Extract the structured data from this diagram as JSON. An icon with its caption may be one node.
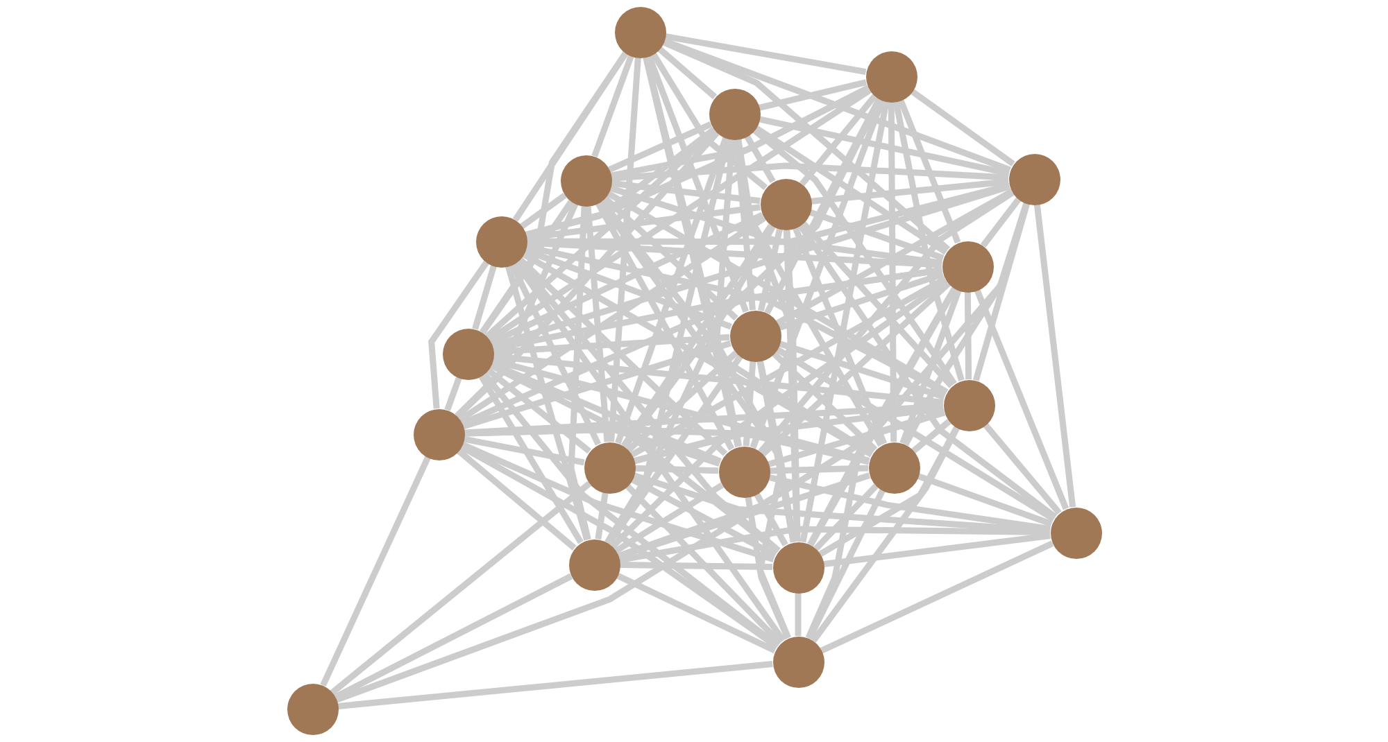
{
  "diagram": {
    "nodes": [
      {
        "text": [],
        "shape": "circle"
      },
      {
        "text": [],
        "shape": "circle"
      },
      {
        "text": [],
        "shape": "circle"
      },
      {
        "text": [],
        "shape": "circle"
      },
      {
        "text": [],
        "shape": "circle"
      },
      {
        "text": [],
        "shape": "circle"
      },
      {
        "text": [],
        "shape": "circle"
      },
      {
        "text": [],
        "shape": "circle"
      },
      {
        "text": [],
        "shape": "circle"
      },
      {
        "text": [],
        "shape": "circle"
      },
      {
        "text": [],
        "shape": "circle"
      },
      {
        "text": [],
        "shape": "circle"
      },
      {
        "text": [],
        "shape": "circle"
      },
      {
        "text": [],
        "shape": "circle"
      },
      {
        "text": [],
        "shape": "circle"
      },
      {
        "text": [],
        "shape": "circle"
      },
      {
        "text": [],
        "shape": "circle"
      },
      {
        "text": [],
        "shape": "circle"
      },
      {
        "text": [],
        "shape": "circle"
      },
      {
        "text": [],
        "shape": "circle"
      }
    ],
    "edges": [
      {
        "from": 2,
        "to": 4,
        "arrow": "none"
      },
      {
        "from": 2,
        "to": 5,
        "arrow": "none"
      },
      {
        "from": 2,
        "to": 6,
        "arrow": "none"
      },
      {
        "from": 2,
        "to": 7,
        "arrow": "none"
      },
      {
        "from": 2,
        "to": 8,
        "arrow": "none"
      },
      {
        "from": 2,
        "to": 9,
        "arrow": "none"
      },
      {
        "from": 2,
        "to": 10,
        "arrow": "none"
      },
      {
        "from": 2,
        "to": 11,
        "arrow": "none"
      },
      {
        "from": 2,
        "to": 12,
        "arrow": "none"
      },
      {
        "from": 2,
        "to": 13,
        "arrow": "none"
      },
      {
        "from": 2,
        "to": 14,
        "arrow": "none"
      },
      {
        "from": 2,
        "to": 16,
        "arrow": "none"
      },
      {
        "from": 2,
        "to": 17,
        "arrow": "none"
      },
      {
        "from": 4,
        "to": 5,
        "arrow": "none"
      },
      {
        "from": 4,
        "to": 6,
        "arrow": "none"
      },
      {
        "from": 4,
        "to": 7,
        "arrow": "none"
      },
      {
        "from": 4,
        "to": 8,
        "arrow": "none"
      },
      {
        "from": 4,
        "to": 9,
        "arrow": "none"
      },
      {
        "from": 4,
        "to": 10,
        "arrow": "none"
      },
      {
        "from": 4,
        "to": 11,
        "arrow": "none"
      },
      {
        "from": 4,
        "to": 12,
        "arrow": "none"
      },
      {
        "from": 4,
        "to": 13,
        "arrow": "none"
      },
      {
        "from": 4,
        "to": 14,
        "arrow": "none"
      },
      {
        "from": 4,
        "to": 16,
        "arrow": "none"
      },
      {
        "from": 4,
        "to": 17,
        "arrow": "none"
      },
      {
        "from": 5,
        "to": 6,
        "arrow": "none"
      },
      {
        "from": 5,
        "to": 7,
        "arrow": "none"
      },
      {
        "from": 5,
        "to": 8,
        "arrow": "none"
      },
      {
        "from": 5,
        "to": 9,
        "arrow": "none"
      },
      {
        "from": 5,
        "to": 10,
        "arrow": "none"
      },
      {
        "from": 5,
        "to": 11,
        "arrow": "none"
      },
      {
        "from": 5,
        "to": 12,
        "arrow": "none"
      },
      {
        "from": 5,
        "to": 13,
        "arrow": "none"
      },
      {
        "from": 5,
        "to": 14,
        "arrow": "none"
      },
      {
        "from": 5,
        "to": 16,
        "arrow": "none"
      },
      {
        "from": 5,
        "to": 17,
        "arrow": "none"
      },
      {
        "from": 6,
        "to": 7,
        "arrow": "none"
      },
      {
        "from": 6,
        "to": 8,
        "arrow": "none"
      },
      {
        "from": 6,
        "to": 9,
        "arrow": "none"
      },
      {
        "from": 6,
        "to": 10,
        "arrow": "none"
      },
      {
        "from": 6,
        "to": 11,
        "arrow": "none"
      },
      {
        "from": 6,
        "to": 12,
        "arrow": "none"
      },
      {
        "from": 6,
        "to": 13,
        "arrow": "none"
      },
      {
        "from": 6,
        "to": 14,
        "arrow": "none"
      },
      {
        "from": 6,
        "to": 16,
        "arrow": "none"
      },
      {
        "from": 6,
        "to": 17,
        "arrow": "none"
      },
      {
        "from": 7,
        "to": 8,
        "arrow": "none"
      },
      {
        "from": 7,
        "to": 9,
        "arrow": "none"
      },
      {
        "from": 7,
        "to": 10,
        "arrow": "none"
      },
      {
        "from": 7,
        "to": 11,
        "arrow": "none"
      },
      {
        "from": 7,
        "to": 12,
        "arrow": "none"
      },
      {
        "from": 7,
        "to": 13,
        "arrow": "none"
      },
      {
        "from": 7,
        "to": 14,
        "arrow": "none"
      },
      {
        "from": 7,
        "to": 16,
        "arrow": "none"
      },
      {
        "from": 7,
        "to": 17,
        "arrow": "none"
      },
      {
        "from": 8,
        "to": 9,
        "arrow": "none"
      },
      {
        "from": 8,
        "to": 10,
        "arrow": "none"
      },
      {
        "from": 8,
        "to": 11,
        "arrow": "none"
      },
      {
        "from": 8,
        "to": 12,
        "arrow": "none"
      },
      {
        "from": 8,
        "to": 13,
        "arrow": "none"
      },
      {
        "from": 8,
        "to": 14,
        "arrow": "none"
      },
      {
        "from": 8,
        "to": 16,
        "arrow": "none"
      },
      {
        "from": 8,
        "to": 17,
        "arrow": "none"
      },
      {
        "from": 9,
        "to": 10,
        "arrow": "none"
      },
      {
        "from": 9,
        "to": 11,
        "arrow": "none"
      },
      {
        "from": 9,
        "to": 12,
        "arrow": "none"
      },
      {
        "from": 9,
        "to": 13,
        "arrow": "none"
      },
      {
        "from": 9,
        "to": 14,
        "arrow": "none"
      },
      {
        "from": 9,
        "to": 16,
        "arrow": "none"
      },
      {
        "from": 9,
        "to": 17,
        "arrow": "none"
      },
      {
        "from": 10,
        "to": 11,
        "arrow": "none"
      },
      {
        "from": 10,
        "to": 12,
        "arrow": "none"
      },
      {
        "from": 10,
        "to": 13,
        "arrow": "none"
      },
      {
        "from": 10,
        "to": 14,
        "arrow": "none"
      },
      {
        "from": 10,
        "to": 16,
        "arrow": "none"
      },
      {
        "from": 10,
        "to": 17,
        "arrow": "none"
      },
      {
        "from": 11,
        "to": 12,
        "arrow": "none"
      },
      {
        "from": 11,
        "to": 13,
        "arrow": "none"
      },
      {
        "from": 11,
        "to": 14,
        "arrow": "none"
      },
      {
        "from": 11,
        "to": 16,
        "arrow": "none"
      },
      {
        "from": 11,
        "to": 17,
        "arrow": "none"
      },
      {
        "from": 12,
        "to": 13,
        "arrow": "none"
      },
      {
        "from": 12,
        "to": 14,
        "arrow": "none"
      },
      {
        "from": 12,
        "to": 16,
        "arrow": "none"
      },
      {
        "from": 12,
        "to": 17,
        "arrow": "none"
      },
      {
        "from": 13,
        "to": 14,
        "arrow": "none"
      },
      {
        "from": 13,
        "to": 16,
        "arrow": "none"
      },
      {
        "from": 13,
        "to": 17,
        "arrow": "none"
      },
      {
        "from": 14,
        "to": 16,
        "arrow": "none"
      },
      {
        "from": 14,
        "to": 17,
        "arrow": "none"
      },
      {
        "from": 16,
        "to": 17,
        "arrow": "none"
      },
      {
        "from": 0,
        "to": 1,
        "arrow": "none"
      },
      {
        "from": 0,
        "to": 2,
        "arrow": "none"
      },
      {
        "from": 0,
        "to": 3,
        "arrow": "none"
      },
      {
        "from": 0,
        "to": 4,
        "arrow": "none"
      },
      {
        "from": 0,
        "to": 5,
        "arrow": "none"
      },
      {
        "from": 0,
        "to": 6,
        "arrow": "none"
      },
      {
        "from": 0,
        "to": 7,
        "arrow": "none"
      },
      {
        "from": 0,
        "to": 8,
        "arrow": "none"
      },
      {
        "from": 0,
        "to": 9,
        "arrow": "none"
      },
      {
        "from": 0,
        "to": 12,
        "arrow": "none"
      },
      {
        "from": 0,
        "to": 13,
        "arrow": "none"
      },
      {
        "from": 0,
        "to": 17,
        "arrow": "none"
      },
      {
        "from": 1,
        "to": 2,
        "arrow": "none"
      },
      {
        "from": 1,
        "to": 3,
        "arrow": "none"
      },
      {
        "from": 1,
        "to": 4,
        "arrow": "none"
      },
      {
        "from": 1,
        "to": 5,
        "arrow": "none"
      },
      {
        "from": 1,
        "to": 6,
        "arrow": "none"
      },
      {
        "from": 1,
        "to": 7,
        "arrow": "none"
      },
      {
        "from": 1,
        "to": 8,
        "arrow": "none"
      },
      {
        "from": 1,
        "to": 9,
        "arrow": "none"
      },
      {
        "from": 1,
        "to": 10,
        "arrow": "none"
      },
      {
        "from": 1,
        "to": 12,
        "arrow": "none"
      },
      {
        "from": 1,
        "to": 13,
        "arrow": "none"
      },
      {
        "from": 1,
        "to": 14,
        "arrow": "none"
      },
      {
        "from": 1,
        "to": 17,
        "arrow": "none"
      },
      {
        "from": 3,
        "to": 2,
        "arrow": "none"
      },
      {
        "from": 3,
        "to": 4,
        "arrow": "none"
      },
      {
        "from": 3,
        "to": 5,
        "arrow": "none"
      },
      {
        "from": 3,
        "to": 6,
        "arrow": "none"
      },
      {
        "from": 3,
        "to": 7,
        "arrow": "none"
      },
      {
        "from": 3,
        "to": 8,
        "arrow": "none"
      },
      {
        "from": 3,
        "to": 9,
        "arrow": "none"
      },
      {
        "from": 3,
        "to": 10,
        "arrow": "none"
      },
      {
        "from": 3,
        "to": 13,
        "arrow": "none"
      },
      {
        "from": 3,
        "to": 14,
        "arrow": "none"
      },
      {
        "from": 3,
        "to": 15,
        "arrow": "none"
      },
      {
        "from": 3,
        "to": 17,
        "arrow": "none"
      },
      {
        "from": 15,
        "to": 5,
        "arrow": "none"
      },
      {
        "from": 15,
        "to": 7,
        "arrow": "none"
      },
      {
        "from": 15,
        "to": 8,
        "arrow": "none"
      },
      {
        "from": 15,
        "to": 10,
        "arrow": "none"
      },
      {
        "from": 15,
        "to": 12,
        "arrow": "none"
      },
      {
        "from": 15,
        "to": 13,
        "arrow": "none"
      },
      {
        "from": 15,
        "to": 14,
        "arrow": "none"
      },
      {
        "from": 15,
        "to": 16,
        "arrow": "none"
      },
      {
        "from": 15,
        "to": 17,
        "arrow": "none"
      },
      {
        "from": 15,
        "to": 18,
        "arrow": "none"
      },
      {
        "from": 18,
        "to": 6,
        "arrow": "none"
      },
      {
        "from": 18,
        "to": 7,
        "arrow": "none"
      },
      {
        "from": 18,
        "to": 8,
        "arrow": "none"
      },
      {
        "from": 18,
        "to": 9,
        "arrow": "none"
      },
      {
        "from": 18,
        "to": 10,
        "arrow": "none"
      },
      {
        "from": 18,
        "to": 11,
        "arrow": "none"
      },
      {
        "from": 18,
        "to": 12,
        "arrow": "none"
      },
      {
        "from": 18,
        "to": 13,
        "arrow": "none"
      },
      {
        "from": 18,
        "to": 14,
        "arrow": "none"
      },
      {
        "from": 18,
        "to": 16,
        "arrow": "none"
      },
      {
        "from": 18,
        "to": 17,
        "arrow": "none"
      },
      {
        "from": 19,
        "to": 10,
        "arrow": "none"
      },
      {
        "from": 19,
        "to": 11,
        "arrow": "none"
      },
      {
        "from": 19,
        "to": 12,
        "arrow": "none"
      },
      {
        "from": 19,
        "to": 16,
        "arrow": "none"
      },
      {
        "from": 19,
        "to": 18,
        "arrow": "none"
      }
    ]
  }
}
